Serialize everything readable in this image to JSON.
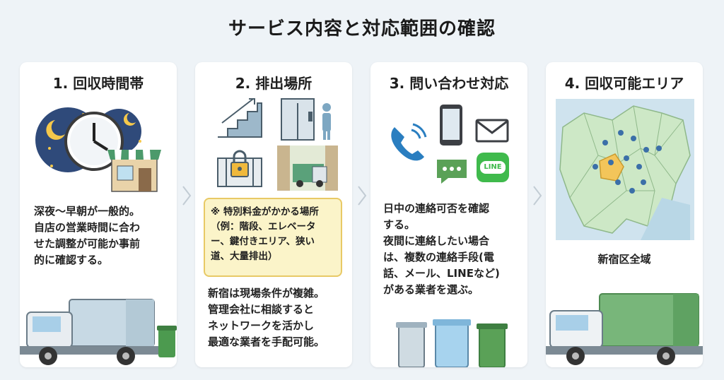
{
  "title": "サービス内容と対応範囲の確認",
  "cards": [
    {
      "heading": "1. 回収時間帯",
      "lines": [
        "深夜〜早朝が一般的。",
        "自店の営業時間に合わ",
        "せた調整が可能か事前",
        "的に確認する。"
      ]
    },
    {
      "heading": "2. 排出場所",
      "note_lines": [
        "※ 特別料金がかかる場所",
        "（例：階段、エレベータ",
        "ー、鍵付きエリア、狭い",
        "道、大量排出）"
      ],
      "lines": [
        "新宿は現場条件が複雑。",
        "管理会社に相談すると",
        "ネットワークを活かし",
        "最適な業者を手配可能。"
      ]
    },
    {
      "heading": "3. 問い合わせ対応",
      "lines": [
        "日中の連絡可否を確認",
        "する。",
        "夜間に連絡したい場合",
        "は、複数の連絡手段(電",
        "話、メール、LINEなど)",
        "がある業者を選ぶ。"
      ],
      "line_badge": "LINE"
    },
    {
      "heading": "4. 回収可能エリア",
      "area": "新宿区全域"
    }
  ]
}
